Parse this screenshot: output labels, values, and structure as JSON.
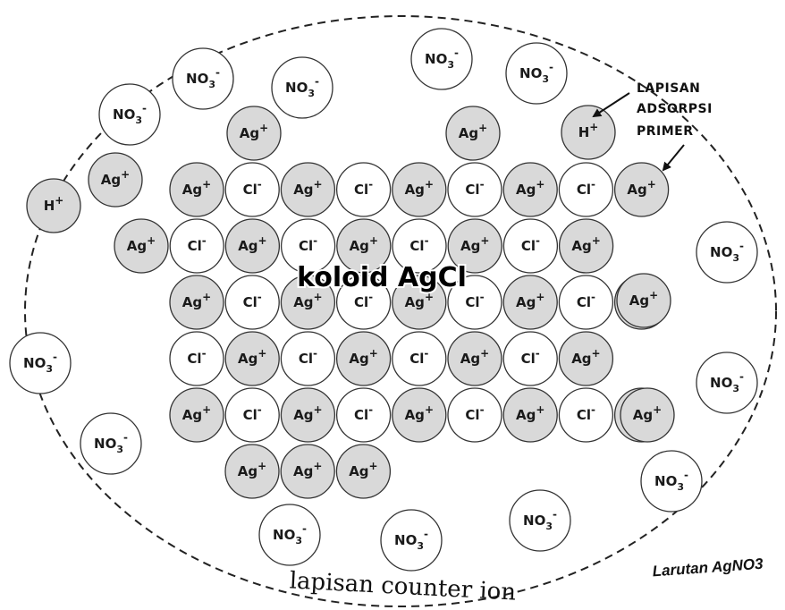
{
  "colors": {
    "positive_fill": "#d9d9d9",
    "negative_fill": "#ffffff",
    "outline": "#333333"
  },
  "labels": {
    "colloid": "koloid AgCl",
    "primary_layer_line1": "LAPISAN",
    "primary_layer_line2": "ADSORPSI",
    "primary_layer_line3": "PRIMER",
    "counter_ion_layer": "lapisan counter ion",
    "solution": "Larutan AgNO3"
  },
  "ions": {
    "ag": {
      "symbol": "Ag",
      "charge": "+"
    },
    "cl": {
      "symbol": "Cl",
      "charge": "-"
    },
    "h": {
      "symbol": "H",
      "charge": "+"
    },
    "no3": {
      "symbol": "NO",
      "subscript": "3",
      "charge": "-"
    }
  },
  "lattice_rows": [
    [
      "ag",
      "cl",
      "ag",
      "cl",
      "ag",
      "cl",
      "ag",
      "cl",
      "ag"
    ],
    [
      "ag",
      "cl",
      "ag",
      "cl",
      "ag",
      "cl",
      "ag",
      "cl",
      "ag"
    ],
    [
      "ag",
      "cl",
      "ag",
      "cl",
      "ag",
      "cl",
      "ag",
      "cl",
      "ag"
    ],
    [
      "cl",
      "ag",
      "cl",
      "ag",
      "cl",
      "ag",
      "cl",
      "ag"
    ],
    [
      "ag",
      "cl",
      "ag",
      "cl",
      "ag",
      "cl",
      "ag",
      "cl",
      "ag"
    ],
    [
      "ag",
      "ag",
      "ag"
    ]
  ],
  "surrounding_ions": [
    "no3",
    "no3",
    "no3",
    "no3",
    "no3",
    "no3",
    "no3",
    "no3",
    "no3",
    "no3",
    "no3",
    "no3",
    "no3",
    "h",
    "h",
    "ag",
    "ag",
    "ag",
    "ag",
    "ag"
  ]
}
